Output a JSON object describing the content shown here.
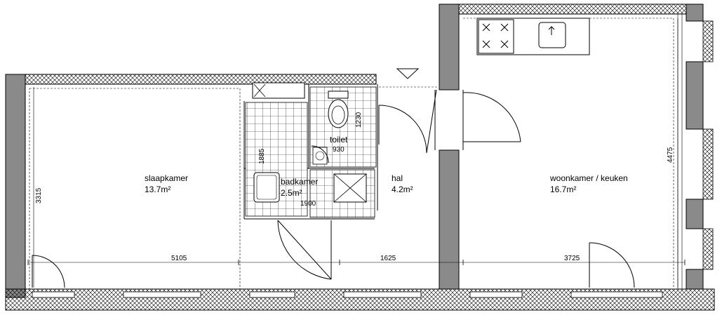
{
  "rooms": [
    {
      "name": "slaapkamer",
      "area": "13.7m²"
    },
    {
      "name": "badkamer",
      "area": "2.5m²"
    },
    {
      "name": "toilet",
      "area": ""
    },
    {
      "name": "hal",
      "area": "4.2m²"
    },
    {
      "name": "woonkamer / keuken",
      "area": "16.7m²"
    }
  ],
  "dimensions": {
    "slaapkamer_width": "5105",
    "hal_width": "1625",
    "woonkamer_width": "3725",
    "slaapkamer_depth": "3315",
    "woonkamer_depth": "4475",
    "bath_width": "1900",
    "bath_depth": "1885",
    "toilet_depth": "1230",
    "toilet_width": "930"
  },
  "colors": {
    "wall_fill": "#8a8a8a",
    "line": "#000000",
    "background": "#ffffff"
  },
  "icons": [
    "entrance-triangle-icon",
    "cooktop-icon",
    "sink-icon",
    "toilet-icon",
    "bathtub-icon",
    "shower-icon",
    "washbasin-icon"
  ]
}
